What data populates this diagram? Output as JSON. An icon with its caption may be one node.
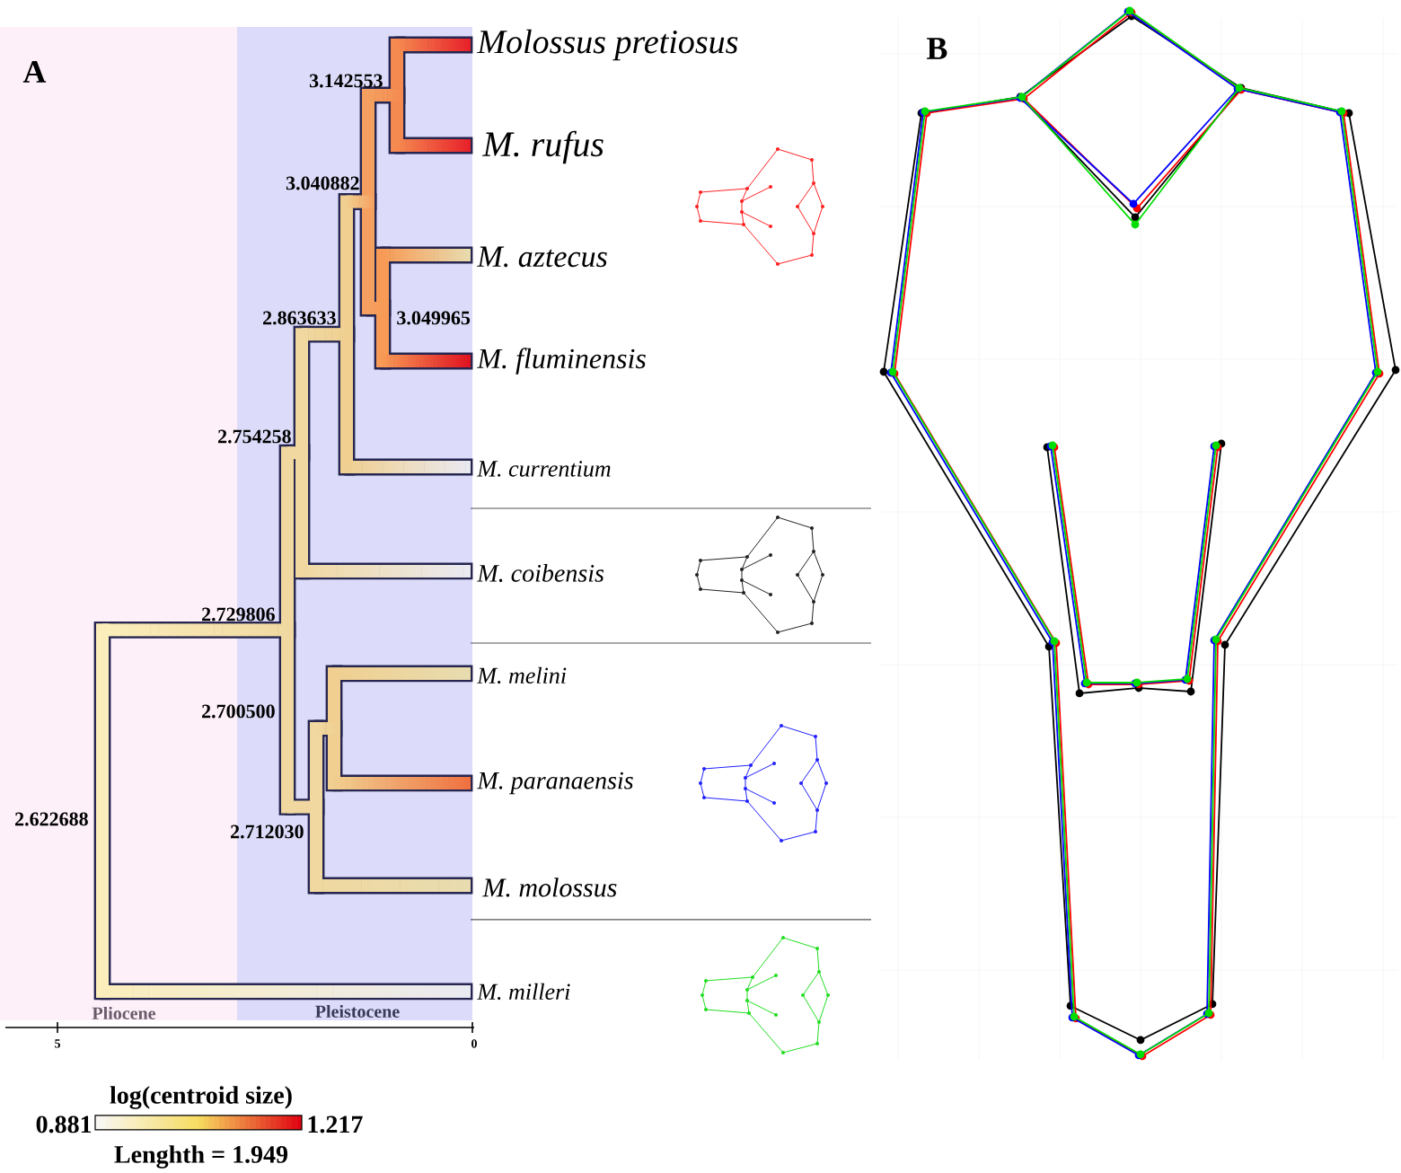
{
  "diagram": {
    "labels": [
      "A",
      "Molossus pretiosus",
      "B",
      "3.142553",
      "M. rufus",
      "3.040882",
      "M. aztecus",
      "2.863633",
      "3.049965",
      "M. fluminensis",
      "2.754258",
      "M. currentium",
      "M. coibensis",
      "2.729806",
      "M. melini",
      "2.700500",
      "M. paranaensis",
      "2.622688",
      "2.712030",
      "M. molossus",
      "M. milleri",
      "Pliocene",
      "Pleistocene",
      "5",
      "0",
      "log(centroid size)",
      "0.881",
      "1.217",
      "Lenghth = 1.949"
    ]
  }
}
